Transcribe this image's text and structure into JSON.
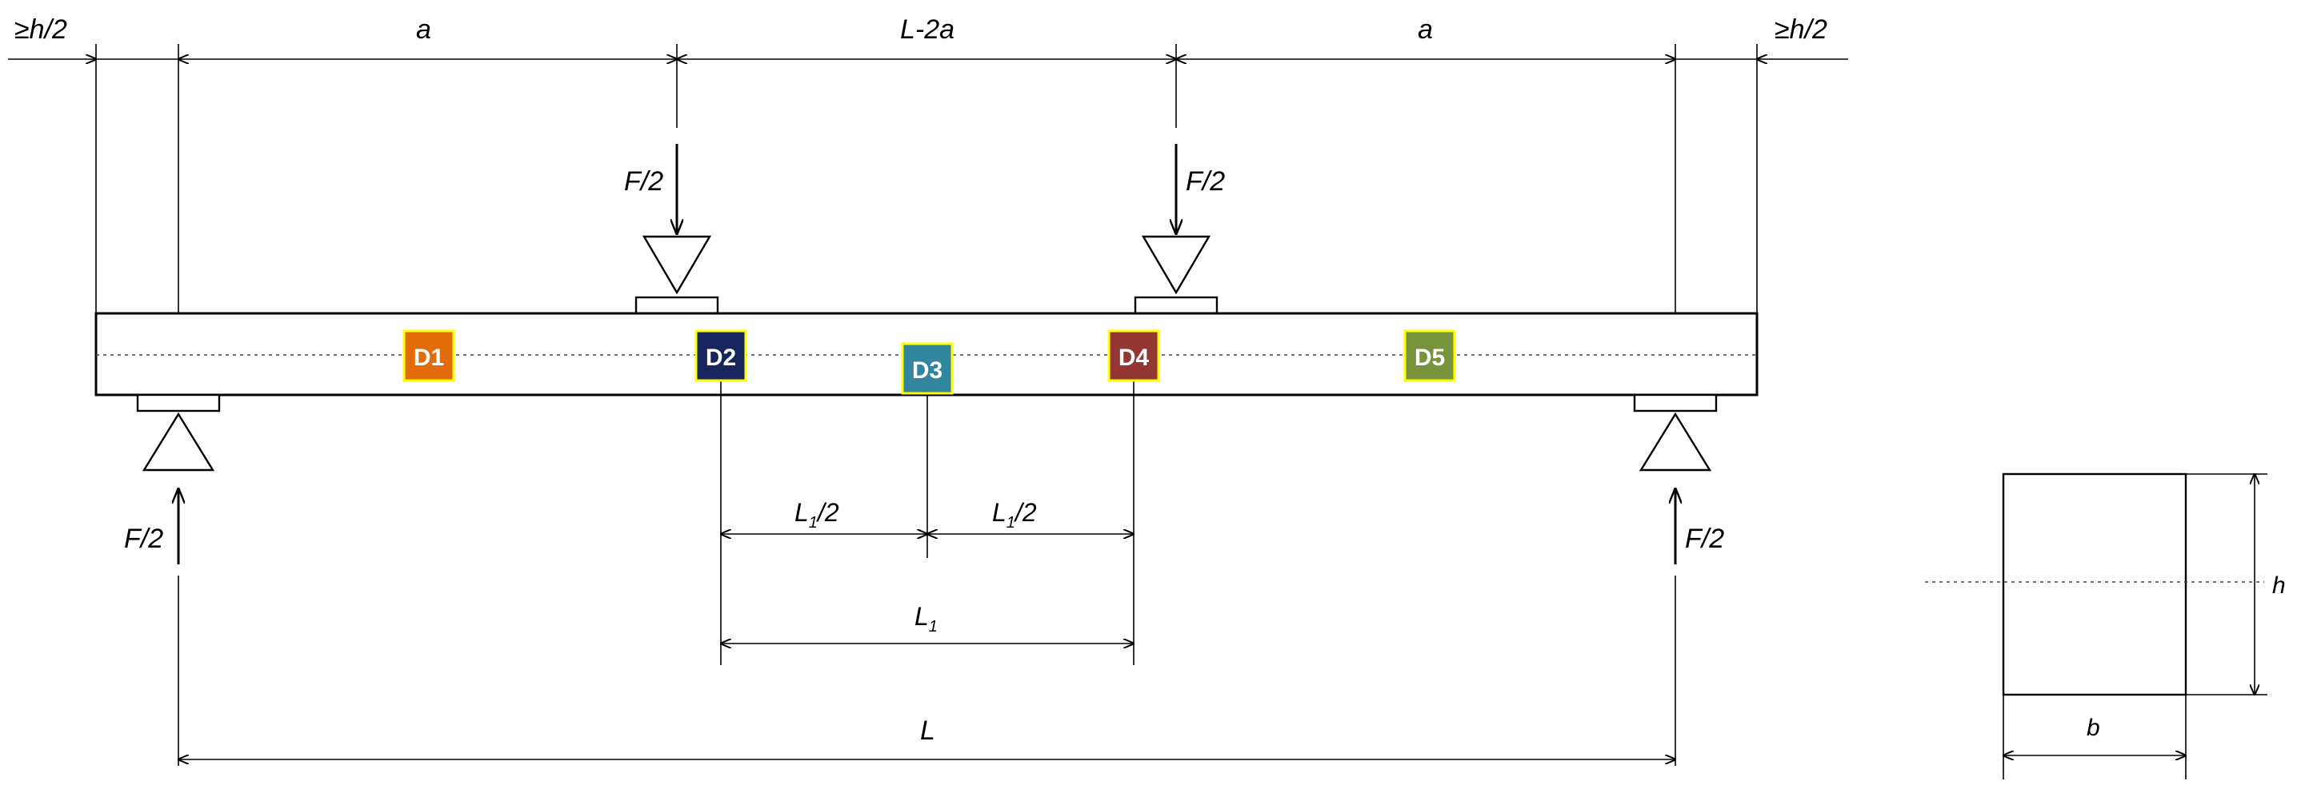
{
  "dimensions": {
    "overhang_left": "≥h/2",
    "overhang_right": "≥h/2",
    "shear_span_left": "a",
    "middle_span": "L-2a",
    "shear_span_right": "a",
    "half_gauge_left": "L",
    "half_gauge_left_sub": "1",
    "half_gauge_left_suffix": "/2",
    "half_gauge_right": "L",
    "half_gauge_right_sub": "1",
    "half_gauge_right_suffix": "/2",
    "gauge_length": "L",
    "gauge_length_sub": "1",
    "span": "L"
  },
  "loads": {
    "load_left": "F/2",
    "load_right": "F/2",
    "reaction_left": "F/2",
    "reaction_right": "F/2"
  },
  "sensors": [
    {
      "id": "D1",
      "color": "#E36C0A"
    },
    {
      "id": "D2",
      "color": "#17255E"
    },
    {
      "id": "D3",
      "color": "#31859C"
    },
    {
      "id": "D4",
      "color": "#943634"
    },
    {
      "id": "D5",
      "color": "#77933C"
    }
  ],
  "sensor_border_color": "#FFFF00",
  "cross_section": {
    "height_label": "h",
    "width_label": "b"
  }
}
